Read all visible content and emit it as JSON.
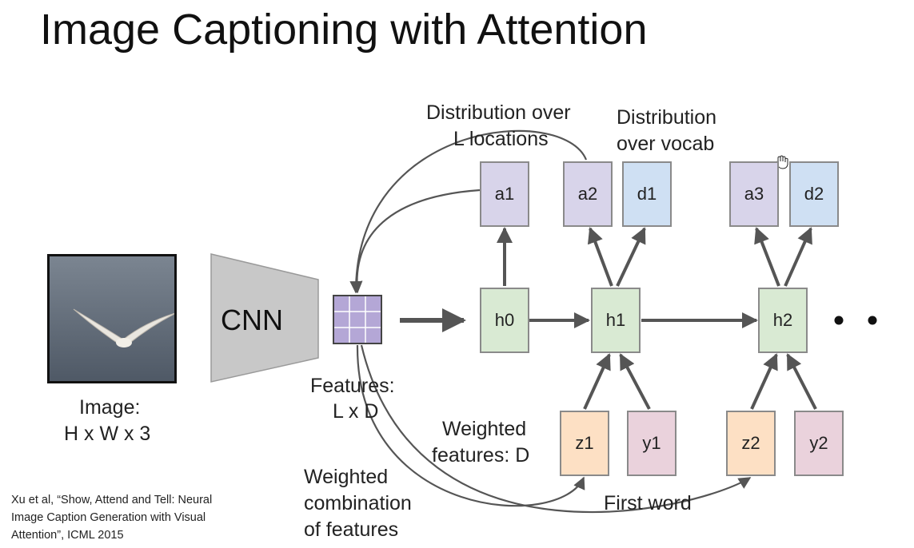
{
  "title": "Image Captioning with Attention",
  "labels": {
    "dist_locations_1": "Distribution over",
    "dist_locations_2": "L locations",
    "dist_vocab_1": "Distribution",
    "dist_vocab_2": "over vocab",
    "image_1": "Image:",
    "image_2": "H x W x 3",
    "cnn": "CNN",
    "features_1": "Features:",
    "features_2": "L x D",
    "weighted_features_1": "Weighted",
    "weighted_features_2": "features: D",
    "weighted_comb_1": "Weighted",
    "weighted_comb_2": "combination",
    "weighted_comb_3": "of features",
    "first_word": "First word"
  },
  "nodes": {
    "a1": "a1",
    "a2": "a2",
    "d1": "d1",
    "a3": "a3",
    "d2": "d2",
    "h0": "h0",
    "h1": "h1",
    "h2": "h2",
    "z1": "z1",
    "y1": "y1",
    "z2": "z2",
    "y2": "y2"
  },
  "citation": {
    "line1": "Xu et al, “Show, Attend and Tell: Neural",
    "line2": "Image Caption Generation with Visual",
    "line3": "Attention”, ICML 2015"
  },
  "colors": {
    "attention": "#d8d4ea",
    "vocab": "#cfe0f3",
    "hidden": "#d9ead3",
    "context": "#fde0c4",
    "word": "#ead2dc",
    "arrow": "#555555",
    "cnn": "#c8c8c8",
    "feature_grid": "#b4a7d6"
  }
}
